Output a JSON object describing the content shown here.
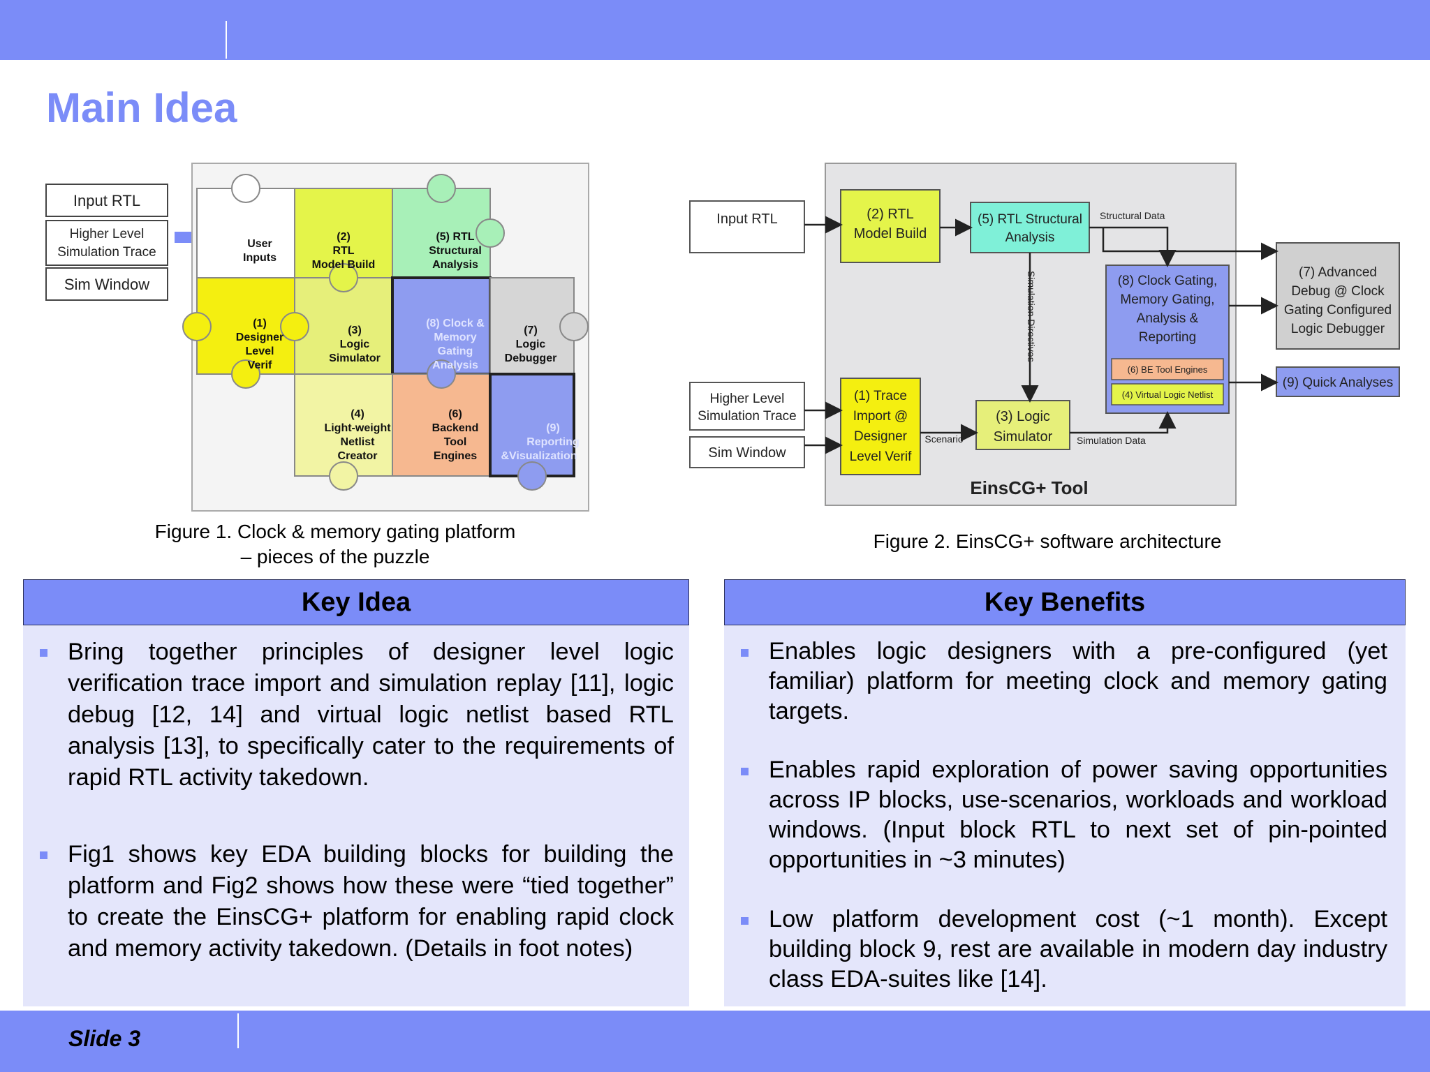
{
  "slide_title": "Main Idea",
  "colors": {
    "accent": "#7b8cf8",
    "panel_bg": "#e4e6fb"
  },
  "fig1": {
    "inputs": [
      "Input RTL",
      "Higher Level Simulation Trace",
      "Sim Window"
    ],
    "pieces": {
      "user_inputs": [
        "User",
        "Inputs"
      ],
      "p2": [
        "(2)",
        "RTL",
        "Model Build"
      ],
      "p5": [
        "(5) RTL",
        "Structural",
        "Analysis"
      ],
      "p1": [
        "(1)",
        "Designer",
        "Level",
        "Verif"
      ],
      "p3": [
        "(3)",
        "Logic",
        "Simulator"
      ],
      "p8": [
        "(8) Clock &",
        "Memory",
        "Gating",
        "Analysis"
      ],
      "p7": [
        "(7)",
        "Logic",
        "Debugger"
      ],
      "p4": [
        "(4)",
        "Light-weight",
        "Netlist",
        "Creator"
      ],
      "p6": [
        "(6)",
        "Backend",
        "Tool",
        "Engines"
      ],
      "p9": [
        "(9)",
        "Reporting",
        "&Visualization"
      ]
    },
    "caption_line1": "Figure 1. Clock & memory gating platform",
    "caption_line2": "– pieces of the puzzle"
  },
  "fig2": {
    "input_rtl": "Input RTL",
    "higher_level": [
      "Higher Level",
      "Simulation Trace"
    ],
    "sim_window": "Sim Window",
    "rtl_model_build": [
      "(2) RTL",
      "Model Build"
    ],
    "rtl_structural": [
      "(5) RTL Structural",
      "Analysis"
    ],
    "structural_data": "Structural Data",
    "simulation_directives": "Simulation Directives",
    "clock_gating": [
      "(8) Clock Gating,",
      "Memory Gating,",
      "Analysis &",
      "Reporting"
    ],
    "be_tool": "(6) BE Tool Engines",
    "virtual_netlist": "(4) Virtual Logic Netlist",
    "trace_import": [
      "(1) Trace",
      "Import @",
      "Designer",
      "Level Verif"
    ],
    "scenario": "Scenario",
    "logic_sim": [
      "(3) Logic",
      "Simulator"
    ],
    "simulation_data": "Simulation Data",
    "tool_name": "EinsCG+ Tool",
    "advanced_debug": [
      "(7) Advanced",
      "Debug @ Clock",
      "Gating Configured",
      "Logic Debugger"
    ],
    "quick_analyses": "(9) Quick Analyses",
    "caption": "Figure 2. EinsCG+ software architecture"
  },
  "key_idea": {
    "heading": "Key Idea",
    "bullets": [
      "Bring together principles of designer level logic verification trace import and simulation replay [11], logic debug [12, 14] and virtual logic netlist based RTL analysis [13], to specifically cater to the requirements of rapid RTL activity takedown.",
      "Fig1 shows key EDA building blocks for building the platform and Fig2 shows how these were “tied together” to create the EinsCG+ platform for enabling rapid clock and memory activity takedown. (Details in foot notes)"
    ]
  },
  "key_benefits": {
    "heading": "Key Benefits",
    "bullets": [
      "Enables logic designers with a pre-configured (yet familiar) platform for meeting clock and memory gating targets.",
      "Enables rapid exploration of power saving opportunities across IP blocks, use-scenarios, workloads and workload windows. (Input block RTL to next set of pin-pointed opportunities in ~3 minutes)",
      "Low platform development cost (~1 month). Except building block 9, rest are available in modern day industry class EDA-suites like [14]."
    ]
  },
  "footer": {
    "slide_label": "Slide 3"
  }
}
